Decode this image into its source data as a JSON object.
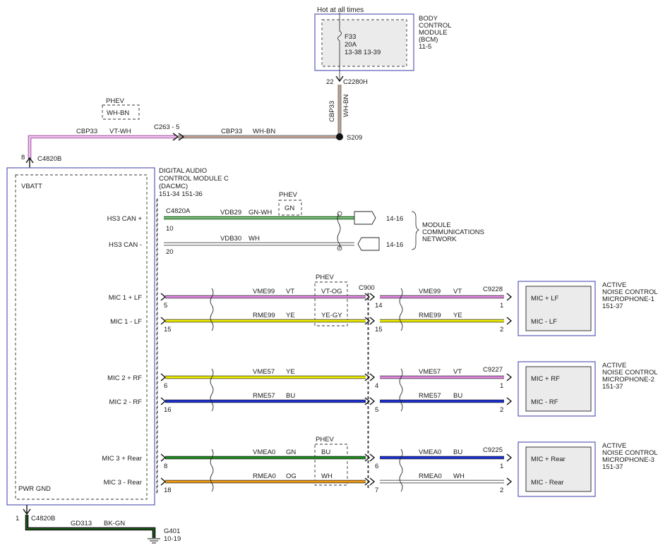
{
  "bcm": {
    "hot_label": "Hot at all times",
    "title": [
      "BODY",
      "CONTROL",
      "MODULE",
      "(BCM)",
      "11-5"
    ],
    "fuse": [
      "F33",
      "20A",
      "13-38  13-39"
    ],
    "pin": "22",
    "connector": "C2280H",
    "wire_circuit": "CBP33",
    "wire_color": "WH-BN"
  },
  "splice": "S209",
  "top_wire": {
    "phev": "PHEV",
    "phev_color": "WH-BN",
    "left_circuit": "CBP33",
    "left_color": "VT-WH",
    "inline_connector": "C263 - 5",
    "right_circuit": "CBP33",
    "right_color": "WH-BN",
    "pin": "8",
    "connector": "C4820B"
  },
  "dacmc": {
    "title": [
      "DIGITAL AUDIO",
      "CONTROL MODULE C",
      "(DACMC)",
      "151-34  151-36"
    ],
    "vbatt": "VBATT",
    "pwr_gnd": "PWR GND",
    "pins": {
      "hs3p": "HS3 CAN +",
      "hs3m": "HS3 CAN -",
      "m1p": "MIC 1 + LF",
      "m1m": "MIC 1 - LF",
      "m2p": "MIC 2 + RF",
      "m2m": "MIC 2 - RF",
      "m3p": "MIC 3 + Rear",
      "m3m": "MIC 3 - Rear"
    }
  },
  "can": {
    "connector": "C4820A",
    "phev": "PHEV",
    "phev_color": "GN",
    "hs3p": {
      "pin": "10",
      "circuit": "VDB29",
      "color": "GN-WH",
      "ref": "14-16"
    },
    "hs3m": {
      "pin": "20",
      "circuit": "VDB30",
      "color": "WH",
      "ref": "14-16"
    },
    "network": [
      "MODULE",
      "COMMUNICATIONS",
      "NETWORK"
    ]
  },
  "mics": {
    "c900": "C900",
    "phev1": "PHEV",
    "phev3": "PHEV",
    "m1p": {
      "pin": "5",
      "circuit": "VME99",
      "color": "VT",
      "phev": "VT-OG",
      "c900": "14",
      "rcircuit": "VME99",
      "rcolor": "VT",
      "conn": "C9228",
      "mpin": "1"
    },
    "m1m": {
      "pin": "15",
      "circuit": "RME99",
      "color": "YE",
      "phev": "YE-GY",
      "c900": "15",
      "rcircuit": "RME99",
      "rcolor": "YE",
      "mpin": "2"
    },
    "m2p": {
      "pin": "6",
      "circuit": "VME57",
      "color": "YE",
      "c900": "4",
      "rcircuit": "VME57",
      "rcolor": "VT",
      "conn": "C9227",
      "mpin": "1"
    },
    "m2m": {
      "pin": "16",
      "circuit": "RME57",
      "color": "BU",
      "c900": "5",
      "rcircuit": "RME57",
      "rcolor": "BU",
      "mpin": "2"
    },
    "m3p": {
      "pin": "8",
      "circuit": "VMEA0",
      "color": "GN",
      "phev": "BU",
      "c900": "6",
      "rcircuit": "VMEA0",
      "rcolor": "BU",
      "conn": "C9225",
      "mpin": "1"
    },
    "m3m": {
      "pin": "18",
      "circuit": "RMEA0",
      "color": "OG",
      "phev": "WH",
      "c900": "7",
      "rcircuit": "RMEA0",
      "rcolor": "WH",
      "mpin": "2"
    }
  },
  "microphones": [
    {
      "title": [
        "ACTIVE",
        "NOISE CONTROL",
        "MICROPHONE-1",
        "151-37"
      ],
      "plus": "MIC + LF",
      "minus": "MIC - LF"
    },
    {
      "title": [
        "ACTIVE",
        "NOISE CONTROL",
        "MICROPHONE-2",
        "151-37"
      ],
      "plus": "MIC + RF",
      "minus": "MIC - RF"
    },
    {
      "title": [
        "ACTIVE",
        "NOISE CONTROL",
        "MICROPHONE-3",
        "151-37"
      ],
      "plus": "MIC + Rear",
      "minus": "MIC - Rear"
    }
  ],
  "ground": {
    "pin": "1",
    "connector": "C4820B",
    "circuit": "GD313",
    "color": "BK-GN",
    "point": "G401",
    "ref": "10-19"
  },
  "colors": {
    "VT": "#e58be5",
    "YE": "#f2f200",
    "BU": "#1a2fd6",
    "GN": "#1f8a1f",
    "OG": "#f09a10",
    "WH": "#ffffff",
    "BN": "#8a3a1a",
    "BK": "#111111",
    "module_border": "#5b5bb8"
  }
}
